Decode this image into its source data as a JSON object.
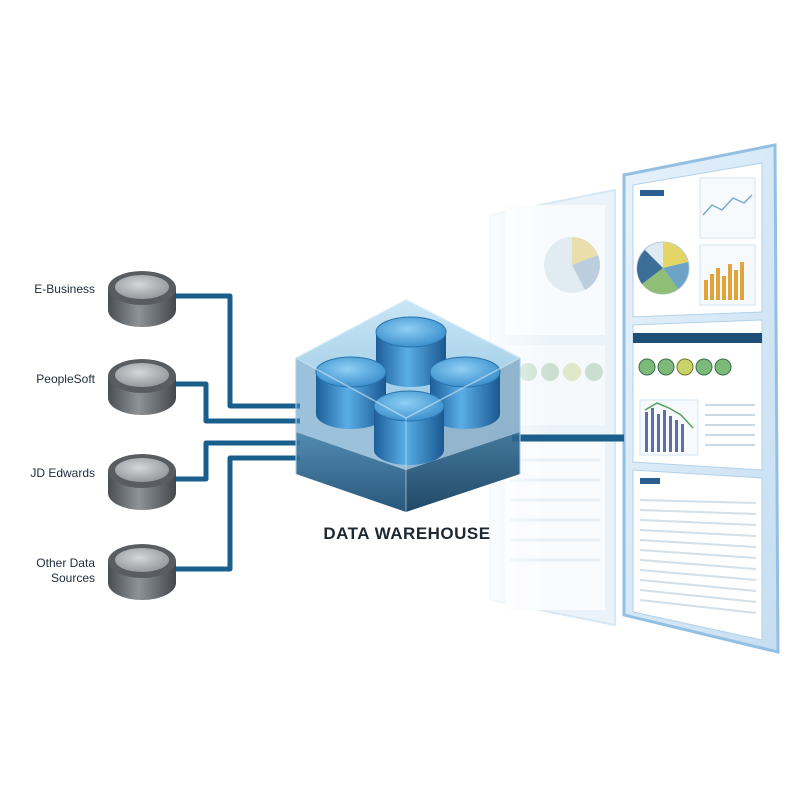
{
  "sources": [
    {
      "label_lines": [
        "E-Business"
      ]
    },
    {
      "label_lines": [
        "PeopleSoft"
      ]
    },
    {
      "label_lines": [
        "JD Edwards"
      ]
    },
    {
      "label_lines": [
        "Other Data",
        "Sources"
      ]
    }
  ],
  "warehouse": {
    "title": "DATA WAREHOUSE"
  },
  "colors": {
    "connector": "#1a5f8c",
    "source_disk": "#6f7478",
    "warehouse_cube": "#4f9dc8",
    "warehouse_disk": "#3a8fd0",
    "dashboard_frame": "#8fbde0"
  },
  "icons": [
    "database-disk-icon",
    "warehouse-cube-icon",
    "dashboard-screen-icon"
  ]
}
